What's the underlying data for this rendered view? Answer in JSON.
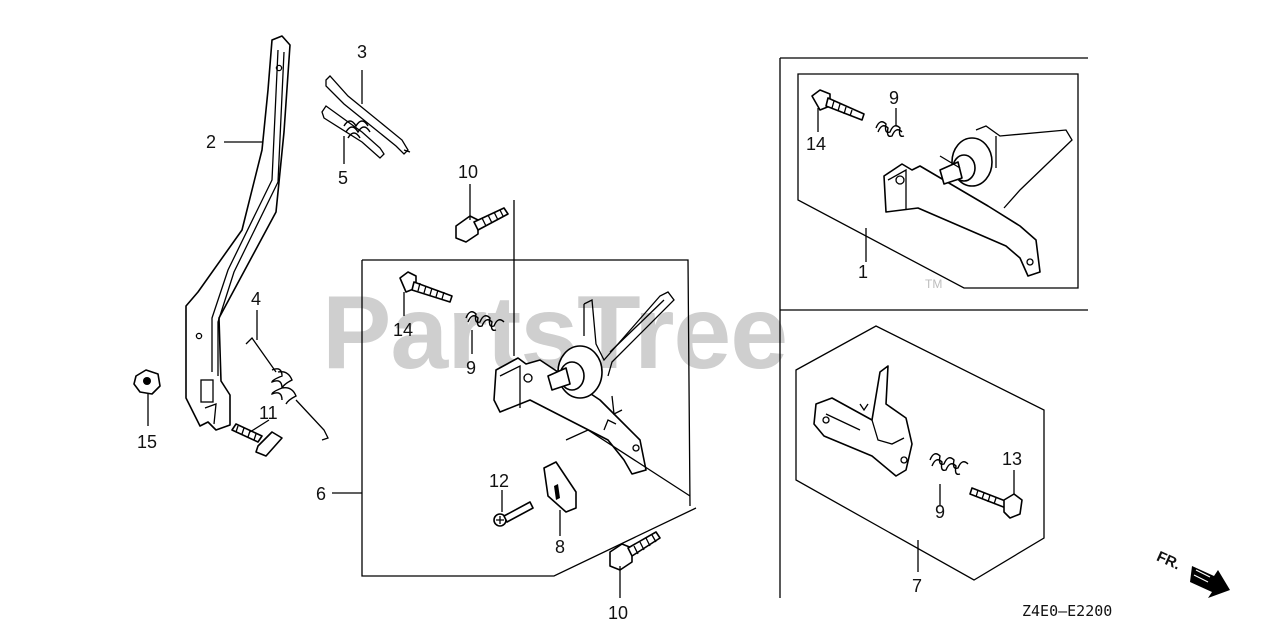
{
  "watermark": {
    "text": "PartsTree",
    "trademark": "TM"
  },
  "labels": {
    "p1": "1",
    "p2": "2",
    "p3": "3",
    "p4": "4",
    "p5": "5",
    "p6": "6",
    "p7": "7",
    "p8": "8",
    "p9a": "9",
    "p9b": "9",
    "p9c": "9",
    "p10a": "10",
    "p10b": "10",
    "p11": "11",
    "p12": "12",
    "p13": "13",
    "p14a": "14",
    "p14b": "14",
    "p15": "15"
  },
  "direction_marker": "FR.",
  "diagram_code": "Z4E0—E2200"
}
